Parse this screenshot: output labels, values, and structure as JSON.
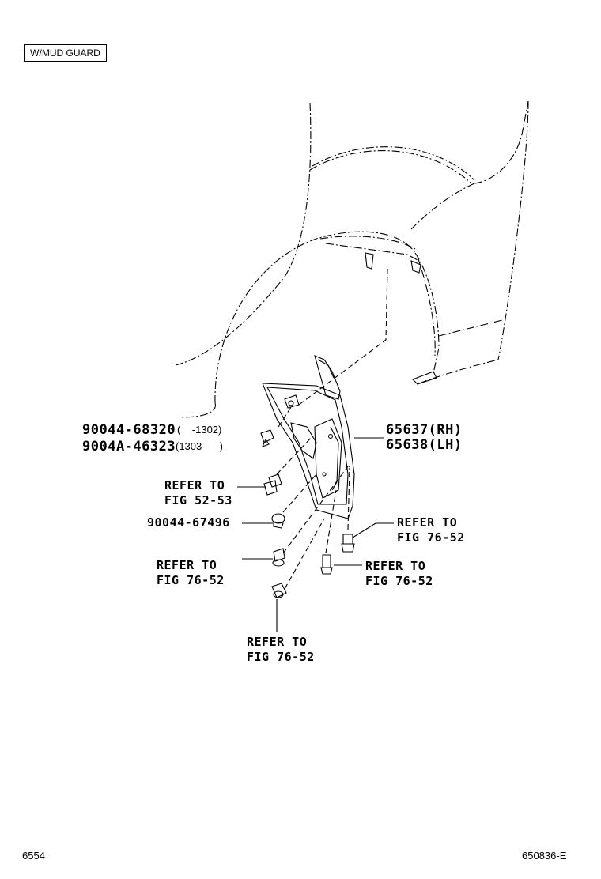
{
  "condition_label": "W/MUD GUARD",
  "parts": {
    "p1": {
      "number": "90044-68320",
      "range": "(    -1302)"
    },
    "p2": {
      "number": "9004A-46323",
      "range": "(1303-     )"
    },
    "p3": {
      "number": "90044-67496"
    },
    "mudguard_rh": {
      "number": "65637(RH)"
    },
    "mudguard_lh": {
      "number": "65638(LH)"
    }
  },
  "refs": {
    "r1": {
      "line1": "REFER TO",
      "line2": "FIG 52-53"
    },
    "r2": {
      "line1": "REFER TO",
      "line2": "FIG 76-52"
    },
    "r3": {
      "line1": "REFER TO",
      "line2": "FIG 76-52"
    },
    "r4": {
      "line1": "REFER TO",
      "line2": "FIG 76-52"
    },
    "r5": {
      "line1": "REFER TO",
      "line2": "FIG 76-52"
    }
  },
  "footer": {
    "page_code": "6554",
    "figure_code": "650836-E"
  }
}
